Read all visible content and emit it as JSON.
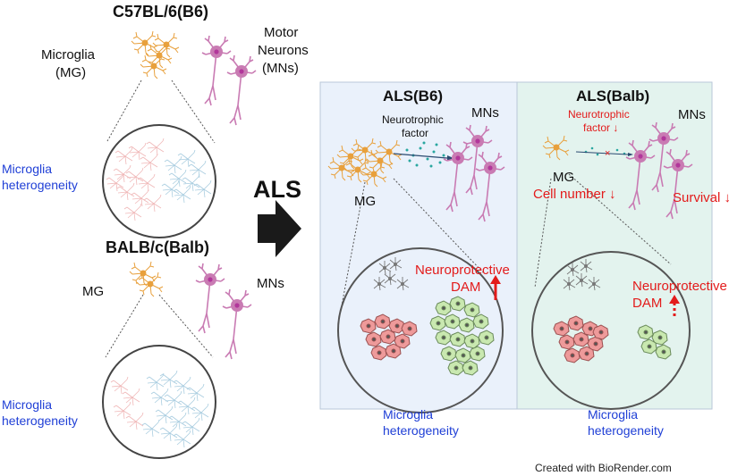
{
  "left": {
    "top_title": "C57BL/6(B6)",
    "top_microglia_label_1": "Microglia",
    "top_microglia_label_2": "(MG)",
    "top_mn_label_1": "Motor",
    "top_mn_label_2": "Neurons",
    "top_mn_label_3": "(MNs)",
    "top_hetero_1": "Microglia",
    "top_hetero_2": "heterogeneity",
    "bottom_title": "BALB/c(Balb)",
    "bottom_mg_label": "MG",
    "bottom_mn_label": "MNs",
    "bottom_hetero_1": "Microglia",
    "bottom_hetero_2": "heterogeneity"
  },
  "arrow": {
    "label": "ALS"
  },
  "panel_b6": {
    "title": "ALS(B6)",
    "mns_label": "MNs",
    "factor_1": "Neurotrophic",
    "factor_2": "factor",
    "mg_label": "MG",
    "dam_1": "Neuroprotective",
    "dam_2": "DAM",
    "hetero_1": "Microglia",
    "hetero_2": "heterogeneity"
  },
  "panel_balb": {
    "title": "ALS(Balb)",
    "mns_label": "MNs",
    "factor_1": "Neurotrophic",
    "factor_2": "factor ↓",
    "mg_label": "MG",
    "cell_number": "Cell number ↓",
    "survival": "Survival ↓",
    "dam_1": "Neuroprotective",
    "dam_2": "DAM",
    "hetero_1": "Microglia",
    "hetero_2": "heterogeneity"
  },
  "footer": "Created with BioRender.com",
  "colors": {
    "microglia": "#e8a03c",
    "neuron": "#c97bb3",
    "neuron_nucleus": "#b2379b",
    "red_cell": "#ee9a9a",
    "green_cell": "#c9e8b0",
    "blue_cell": "#a9cde0",
    "pink_cell": "#f0b8b8",
    "panel_b6_bg": "#eaf1fb",
    "panel_balb_bg": "#e3f3ee",
    "accent_red": "#e31b1b",
    "label_blue": "#1f3fd6"
  }
}
